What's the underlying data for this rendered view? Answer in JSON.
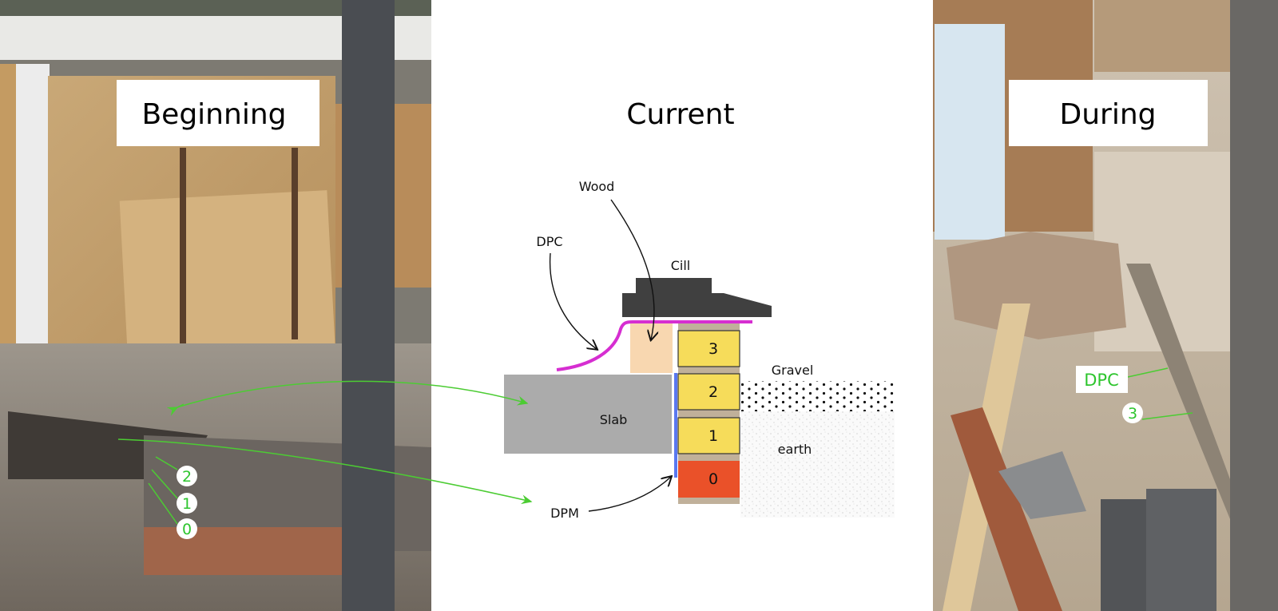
{
  "panels": {
    "left_title": "Beginning",
    "center_title": "Current",
    "right_title": "During"
  },
  "diagram_labels": {
    "wood": "Wood",
    "dpc": "DPC",
    "cill": "Cill",
    "gravel": "Gravel",
    "slab": "Slab",
    "earth": "earth",
    "dpm": "DPM"
  },
  "bricks": [
    "3",
    "2",
    "1",
    "0"
  ],
  "left_markers": [
    "2",
    "1",
    "0"
  ],
  "right_markers": {
    "dpc": "DPC",
    "brick": "3"
  },
  "colors": {
    "annotation_green": "#4ccc33",
    "dpc_magenta": "#d62ed1",
    "dpm_blue": "#5a78f0",
    "brick_yellow": "#f6dc5a",
    "brick_red": "#ea5129",
    "slab_grey": "#ababab",
    "cill_dark": "#404040",
    "wood": "#f8d7b0"
  }
}
